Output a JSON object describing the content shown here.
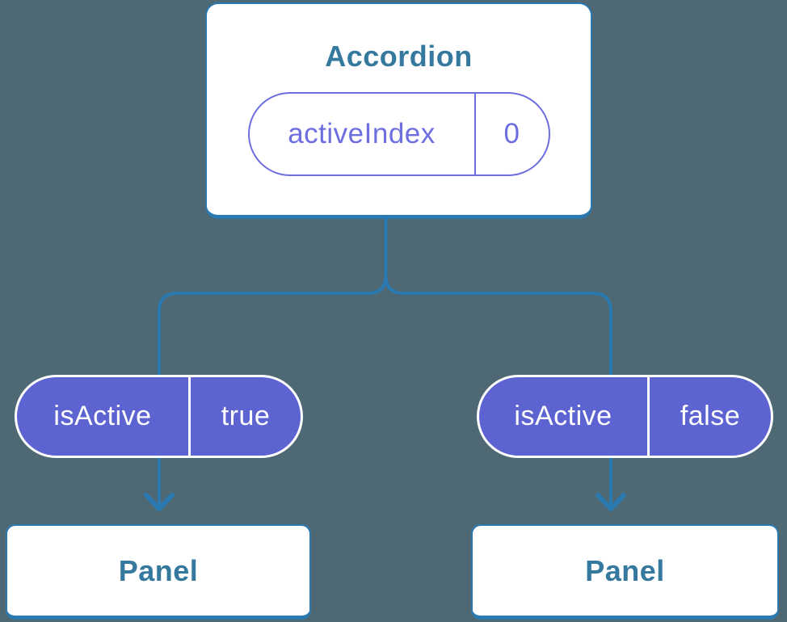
{
  "colors": {
    "bg": "#4e6973",
    "line": "#2a79b0",
    "heading": "#36799f",
    "accent": "#6d6ee0",
    "prop-bg": "#5d64d2",
    "prop-text": "#ffffff",
    "card-bg": "#ffffff"
  },
  "diagram": {
    "root": {
      "title": "Accordion",
      "state": {
        "name": "activeIndex",
        "value": "0"
      }
    },
    "children": [
      {
        "prop": {
          "name": "isActive",
          "value": "true"
        },
        "title": "Panel"
      },
      {
        "prop": {
          "name": "isActive",
          "value": "false"
        },
        "title": "Panel"
      }
    ]
  }
}
